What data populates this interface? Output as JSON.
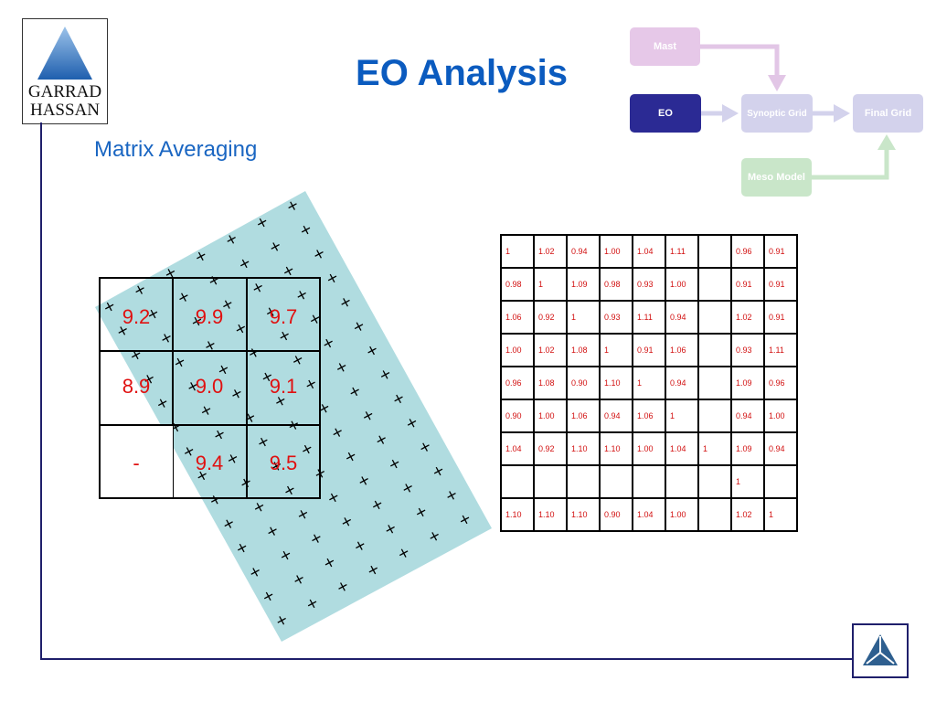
{
  "logo": {
    "line1": "GARRAD",
    "line2": "HASSAN"
  },
  "title": "EO Analysis",
  "subtitle": "Matrix Averaging",
  "flow": {
    "mast": "Mast",
    "eo": "EO",
    "synoptic": "Synoptic Grid",
    "final": "Final Grid",
    "meso": "Meso Model"
  },
  "matrix": {
    "rows": [
      [
        "9.2",
        "9.9",
        "9.7"
      ],
      [
        "8.9",
        "9.0",
        "9.1"
      ],
      [
        "-",
        "9.4",
        "9.5"
      ]
    ]
  },
  "table": {
    "rows": [
      [
        "1",
        "1.02",
        "0.94",
        "1.00",
        "1.04",
        "1.11",
        "",
        "0.96",
        "0.91"
      ],
      [
        "0.98",
        "1",
        "1.09",
        "0.98",
        "0.93",
        "1.00",
        "",
        "0.91",
        "0.91"
      ],
      [
        "1.06",
        "0.92",
        "1",
        "0.93",
        "1.11",
        "0.94",
        "",
        "1.02",
        "0.91"
      ],
      [
        "1.00",
        "1.02",
        "1.08",
        "1",
        "0.91",
        "1.06",
        "",
        "0.93",
        "1.11"
      ],
      [
        "0.96",
        "1.08",
        "0.90",
        "1.10",
        "1",
        "0.94",
        "",
        "1.09",
        "0.96"
      ],
      [
        "0.90",
        "1.00",
        "1.06",
        "0.94",
        "1.06",
        "1",
        "",
        "0.94",
        "1.00"
      ],
      [
        "1.04",
        "0.92",
        "1.10",
        "1.10",
        "1.00",
        "1.04",
        "1",
        "1.09",
        "0.94"
      ],
      [
        "",
        "",
        "",
        "",
        "",
        "",
        "",
        "1",
        ""
      ],
      [
        "1.10",
        "1.10",
        "1.10",
        "0.90",
        "1.04",
        "1.00",
        "",
        "1.02",
        "1"
      ]
    ]
  },
  "colors": {
    "title": "#0b5bbf",
    "value_text": "#e01010",
    "overlay": "#b0dce0",
    "frame": "#1f1f6b",
    "eo_node": "#2b2a94"
  }
}
